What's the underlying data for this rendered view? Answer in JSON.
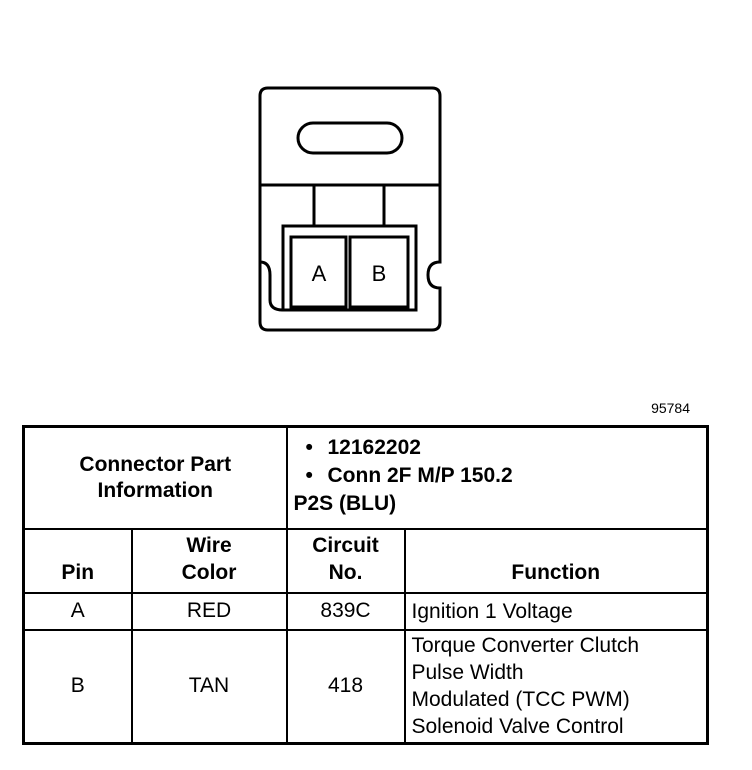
{
  "figure": {
    "pin_labels": [
      "A",
      "B"
    ],
    "figure_number": "95784"
  },
  "table": {
    "connector_label_line1": "Connector Part",
    "connector_label_line2": "Information",
    "part_info": [
      "12162202",
      "Conn 2F M/P 150.2",
      "P2S (BLU)"
    ],
    "headers": {
      "pin": "Pin",
      "wire_line1": "Wire",
      "wire_line2": "Color",
      "circuit_line1": "Circuit",
      "circuit_line2": "No.",
      "function": "Function"
    },
    "rows": [
      {
        "pin": "A",
        "color": "RED",
        "circuit": "839C",
        "function": [
          "Ignition 1 Voltage"
        ]
      },
      {
        "pin": "B",
        "color": "TAN",
        "circuit": "418",
        "function": [
          "Torque Converter Clutch",
          "Pulse Width",
          "Modulated (TCC PWM)",
          "Solenoid Valve Control"
        ]
      }
    ]
  }
}
